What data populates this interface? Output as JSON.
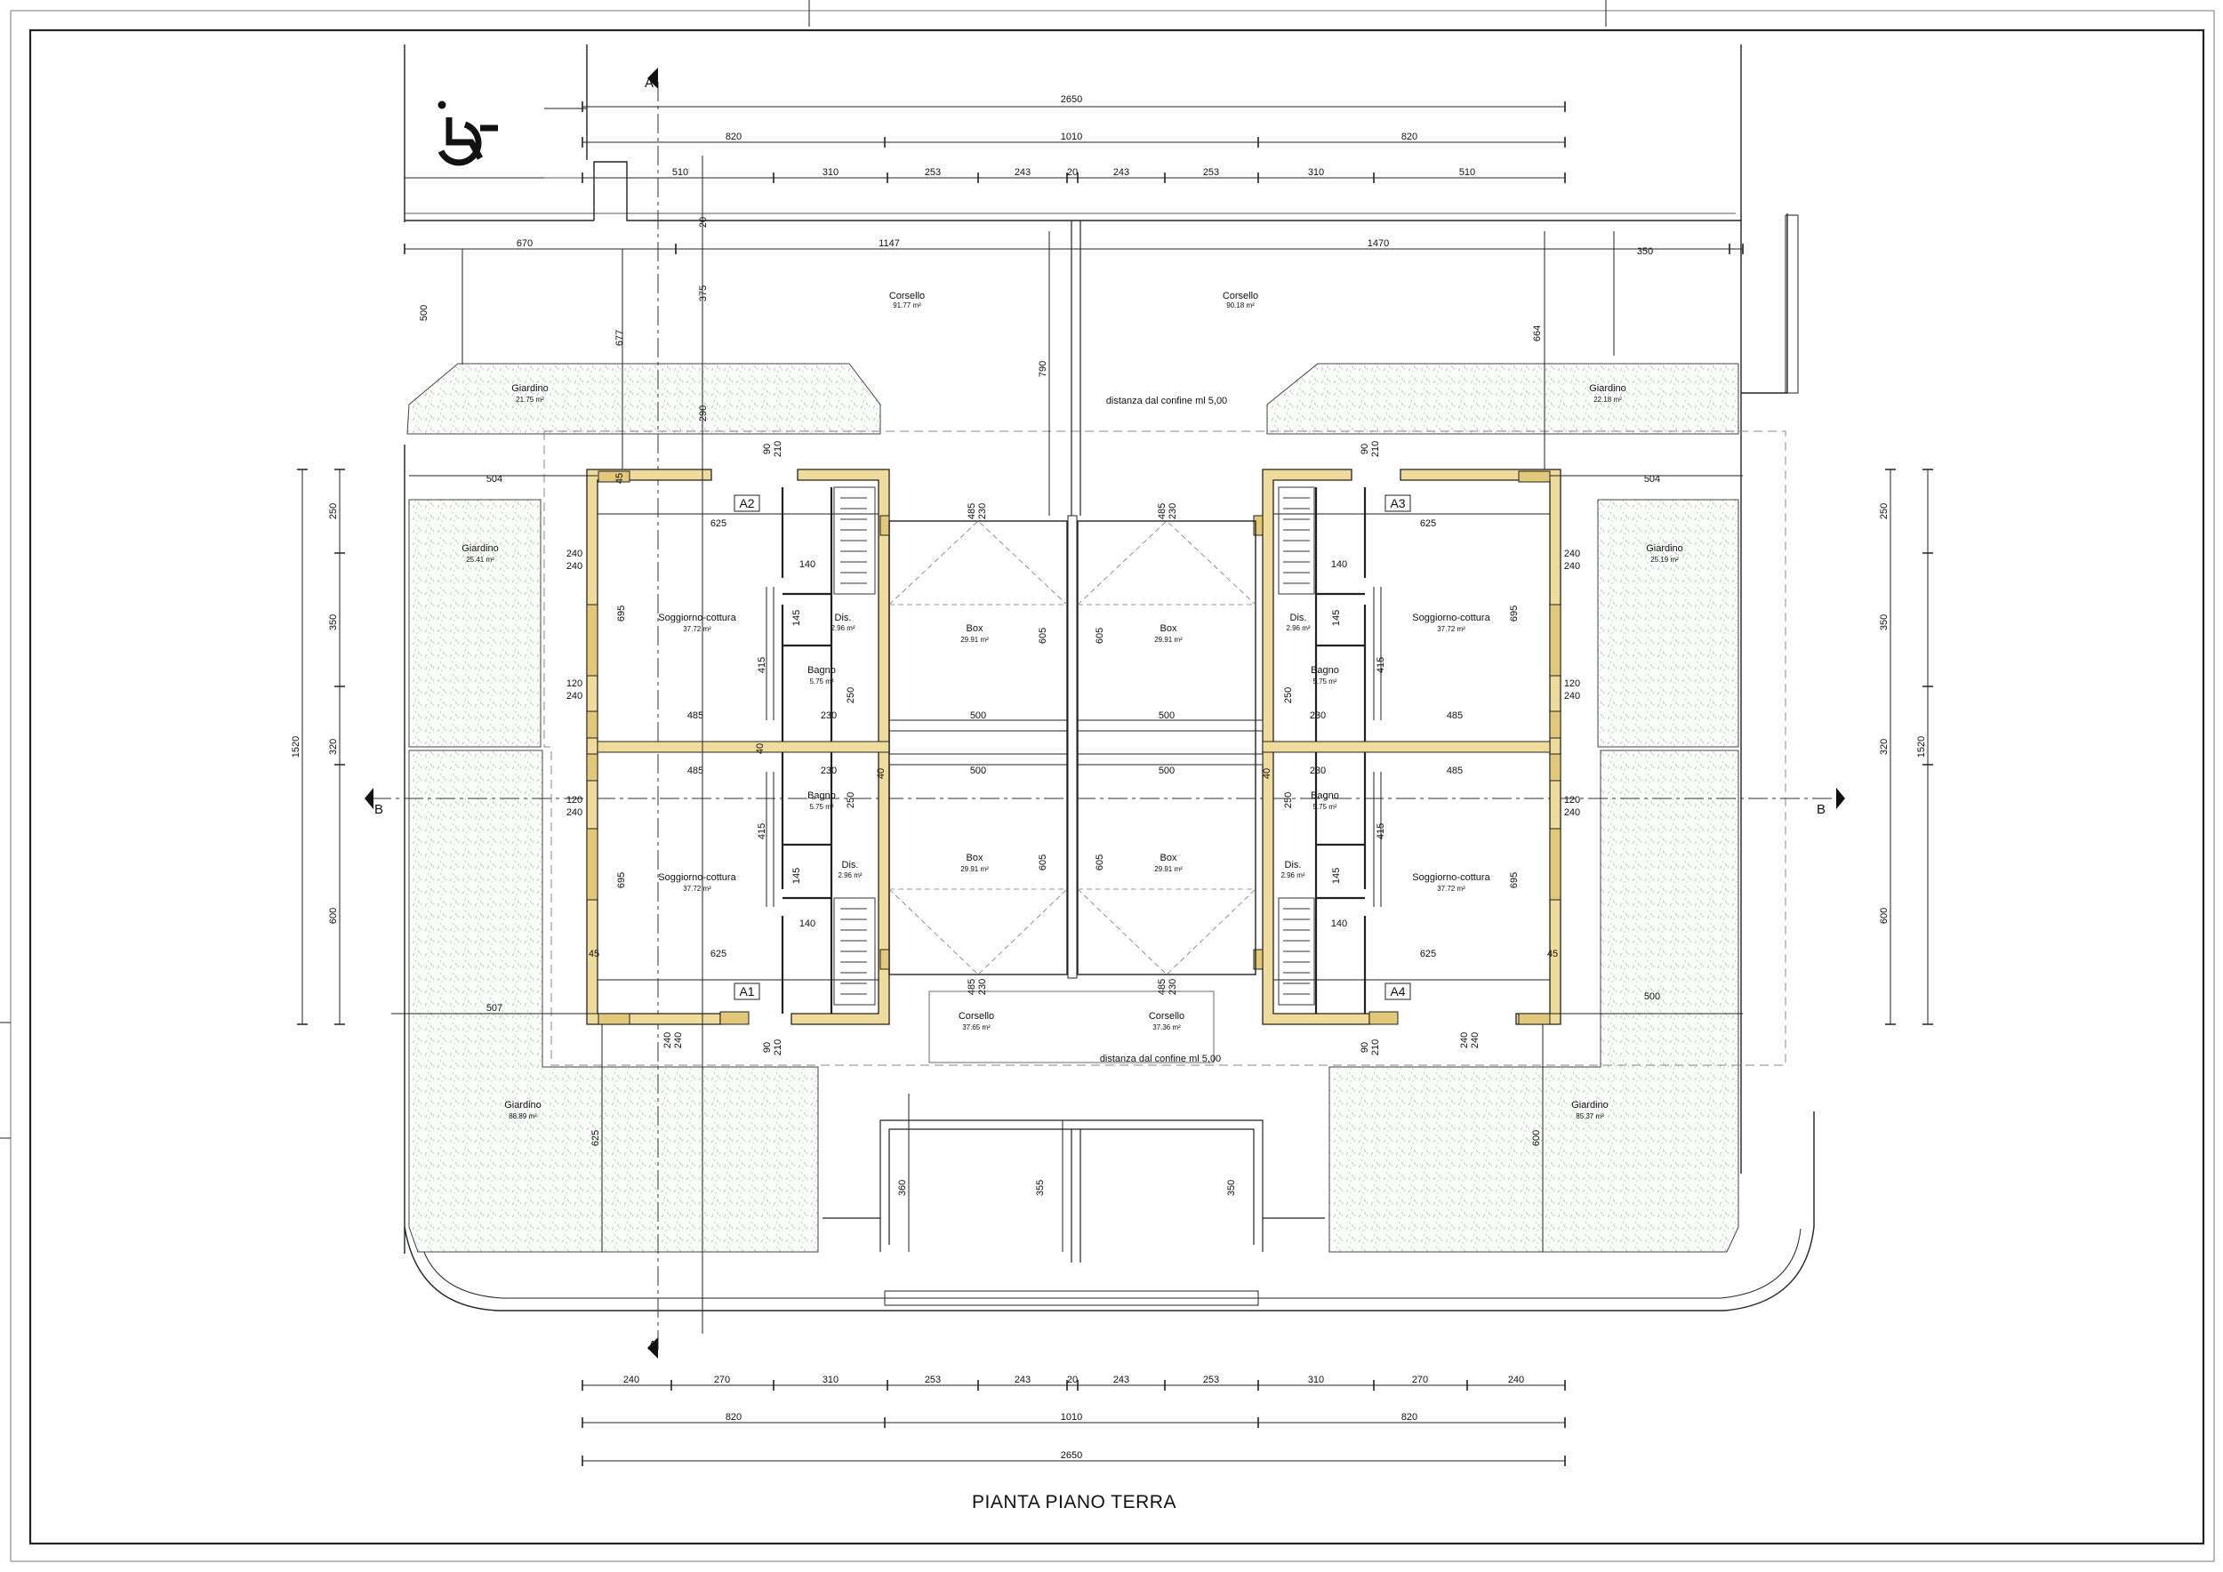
{
  "title": "PIANTA PIANO TERRA",
  "section_markers": {
    "a": "A",
    "b": "B"
  },
  "setback_note": "distanza dal confine ml 5,00",
  "units": {
    "a1": "A1",
    "a2": "A2",
    "a3": "A3",
    "a4": "A4"
  },
  "rooms": {
    "corsello_nw": {
      "name": "Corsello",
      "area": "91.77 m²"
    },
    "corsello_ne": {
      "name": "Corsello",
      "area": "90.18 m²"
    },
    "corsello_sw": {
      "name": "Corsello",
      "area": "37.65 m²"
    },
    "corsello_se": {
      "name": "Corsello",
      "area": "37.36 m²"
    },
    "giardino_nw": {
      "name": "Giardino",
      "area": "21.75 m²"
    },
    "giardino_ne": {
      "name": "Giardino",
      "area": "22.18 m²"
    },
    "giardino_w": {
      "name": "Giardino",
      "area": "25.41 m²"
    },
    "giardino_e": {
      "name": "Giardino",
      "area": "25.19 m²"
    },
    "giardino_sw": {
      "name": "Giardino",
      "area": "88.89 m²"
    },
    "giardino_se": {
      "name": "Giardino",
      "area": "85.37 m²"
    },
    "soggiorno_a2": {
      "name": "Soggiorno-cottura",
      "area": "37.72 m²"
    },
    "soggiorno_a3": {
      "name": "Soggiorno-cottura",
      "area": "37.72 m²"
    },
    "soggiorno_a1": {
      "name": "Soggiorno-cottura",
      "area": "37.72 m²"
    },
    "soggiorno_a4": {
      "name": "Soggiorno-cottura",
      "area": "37.72 m²"
    },
    "bagno_a2": {
      "name": "Bagno",
      "area": "5.75 m²"
    },
    "bagno_a3": {
      "name": "Bagno",
      "area": "5.75 m²"
    },
    "bagno_a1": {
      "name": "Bagno",
      "area": "5.75 m²"
    },
    "bagno_a4": {
      "name": "Bagno",
      "area": "5.75 m²"
    },
    "dis_a2": {
      "name": "Dis.",
      "area": "2.96 m²"
    },
    "dis_a3": {
      "name": "Dis.",
      "area": "2.96 m²"
    },
    "dis_a1": {
      "name": "Dis.",
      "area": "2.96 m²"
    },
    "dis_a4": {
      "name": "Dis.",
      "area": "2.96 m²"
    },
    "box_nw": {
      "name": "Box",
      "area": "29.91 m²"
    },
    "box_ne": {
      "name": "Box",
      "area": "29.91 m²"
    },
    "box_sw": {
      "name": "Box",
      "area": "29.91 m²"
    },
    "box_se": {
      "name": "Box",
      "area": "29.91 m²"
    }
  },
  "dimensions": {
    "top_total": "2650",
    "top_mid": [
      "820",
      "1010",
      "820"
    ],
    "top_detail": [
      "510",
      "310",
      "253",
      "243",
      "20",
      "243",
      "253",
      "310",
      "510"
    ],
    "bottom_detail": [
      "240",
      "270",
      "310",
      "253",
      "243",
      "20",
      "243",
      "253",
      "310",
      "270",
      "240"
    ],
    "bottom_mid": [
      "820",
      "1010",
      "820"
    ],
    "bottom_total": "2650",
    "lot_row": [
      "670",
      "1147",
      "1470",
      "350"
    ],
    "left_outer": "1520",
    "left_inner": [
      "250",
      "350",
      "320",
      "600"
    ],
    "right_outer": "1520",
    "right_inner": [
      "250",
      "350",
      "320",
      "600"
    ],
    "misc": {
      "d500": "500",
      "d677": "677",
      "d375": "375",
      "d20": "20",
      "d290": "290",
      "d790": "790",
      "d664": "664",
      "d504w": "504",
      "d504e": "504",
      "d507": "507",
      "d500e": "500",
      "d625sw": "625",
      "d600se": "600",
      "d360": "360",
      "d355": "355",
      "d350": "350"
    },
    "unit_a2": {
      "w90": "90",
      "w210": "210",
      "w45": "45",
      "w625": "625",
      "w240a": "240",
      "w240b": "240",
      "w140": "140",
      "w695": "695",
      "w145": "145",
      "w415": "415",
      "w250": "250",
      "w120": "120",
      "w240c": "240",
      "w485": "485",
      "w230": "230",
      "w40": "40",
      "w500": "500",
      "w605": "605",
      "w485b": "485",
      "w230b": "230"
    },
    "unit_a3": {
      "w90": "90",
      "w210": "210",
      "w625": "625",
      "w240a": "240",
      "w240b": "240",
      "w140": "140",
      "w695": "695",
      "w145": "145",
      "w415": "415",
      "w250": "250",
      "w120": "120",
      "w240c": "240",
      "w485": "485",
      "w230": "230",
      "w500": "500",
      "w605": "605",
      "w485b": "485",
      "w230b": "230"
    },
    "unit_a1": {
      "w485": "485",
      "w230": "230",
      "w40": "40",
      "w500": "500",
      "w120": "120",
      "w240": "240",
      "w250": "250",
      "w415": "415",
      "w695": "695",
      "w145": "145",
      "w605": "605",
      "w140": "140",
      "w45": "45",
      "w625": "625",
      "w485b": "485",
      "w230b": "230",
      "w240a": "240",
      "w240b": "240",
      "w90": "90",
      "w210": "210"
    },
    "unit_a4": {
      "w500": "500",
      "w40": "40",
      "w230": "230",
      "w485": "485",
      "w120": "120",
      "w240": "240",
      "w250": "250",
      "w415": "415",
      "w695": "695",
      "w145": "145",
      "w605": "605",
      "w140": "140",
      "w625": "625",
      "w45": "45",
      "w485b": "485",
      "w230b": "230",
      "w240a": "240",
      "w240b": "240",
      "w90": "90",
      "w210": "210"
    }
  }
}
